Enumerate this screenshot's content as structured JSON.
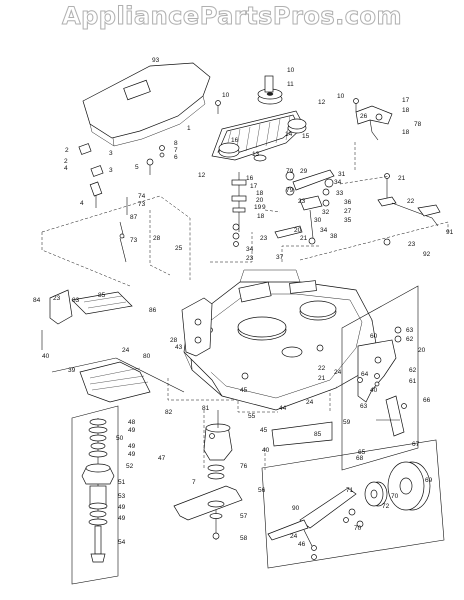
{
  "watermark": "AppliancePartsPros.com",
  "callouts": [
    {
      "id": "c93",
      "text": "93"
    },
    {
      "id": "c10a",
      "text": "10"
    },
    {
      "id": "c11",
      "text": "11"
    },
    {
      "id": "c10b",
      "text": "10"
    },
    {
      "id": "c10c",
      "text": "10"
    },
    {
      "id": "c12a",
      "text": "12"
    },
    {
      "id": "c17a",
      "text": "17"
    },
    {
      "id": "c18a",
      "text": "18"
    },
    {
      "id": "c26",
      "text": "26"
    },
    {
      "id": "c78",
      "text": "78"
    },
    {
      "id": "c18b",
      "text": "18"
    },
    {
      "id": "c1",
      "text": "1"
    },
    {
      "id": "c14",
      "text": "14"
    },
    {
      "id": "c15",
      "text": "15"
    },
    {
      "id": "c16a",
      "text": "16"
    },
    {
      "id": "c2a",
      "text": "2"
    },
    {
      "id": "c3a",
      "text": "3"
    },
    {
      "id": "c8",
      "text": "8"
    },
    {
      "id": "c7",
      "text": "7"
    },
    {
      "id": "c6",
      "text": "6"
    },
    {
      "id": "c5",
      "text": "5"
    },
    {
      "id": "c4a",
      "text": "4"
    },
    {
      "id": "c3b",
      "text": "3"
    },
    {
      "id": "c2b",
      "text": "2"
    },
    {
      "id": "c13",
      "text": "13"
    },
    {
      "id": "c12b",
      "text": "12"
    },
    {
      "id": "c16b",
      "text": "16"
    },
    {
      "id": "c79a",
      "text": "79"
    },
    {
      "id": "c29",
      "text": "29"
    },
    {
      "id": "c31",
      "text": "31"
    },
    {
      "id": "c17b",
      "text": "17"
    },
    {
      "id": "c18c",
      "text": "18"
    },
    {
      "id": "c79b",
      "text": "79"
    },
    {
      "id": "c34a",
      "text": "34"
    },
    {
      "id": "c33",
      "text": "33"
    },
    {
      "id": "c21a",
      "text": "21"
    },
    {
      "id": "c4b",
      "text": "4"
    },
    {
      "id": "c74",
      "text": "74"
    },
    {
      "id": "c73a",
      "text": "73"
    },
    {
      "id": "c20a",
      "text": "20"
    },
    {
      "id": "c19",
      "text": "19"
    },
    {
      "id": "c9",
      "text": "9"
    },
    {
      "id": "c23a",
      "text": "23"
    },
    {
      "id": "c36",
      "text": "36"
    },
    {
      "id": "c32",
      "text": "32"
    },
    {
      "id": "c27",
      "text": "27"
    },
    {
      "id": "c35",
      "text": "35"
    },
    {
      "id": "c22a",
      "text": "22"
    },
    {
      "id": "c18d",
      "text": "18"
    },
    {
      "id": "c87",
      "text": "87"
    },
    {
      "id": "c28a",
      "text": "28"
    },
    {
      "id": "c25",
      "text": "25"
    },
    {
      "id": "c20b",
      "text": "20"
    },
    {
      "id": "c21b",
      "text": "21"
    },
    {
      "id": "c30",
      "text": "30"
    },
    {
      "id": "c34b",
      "text": "34"
    },
    {
      "id": "c38",
      "text": "38"
    },
    {
      "id": "c23b",
      "text": "23"
    },
    {
      "id": "c73b",
      "text": "73"
    },
    {
      "id": "c34c",
      "text": "34"
    },
    {
      "id": "c23c",
      "text": "23"
    },
    {
      "id": "c37",
      "text": "37"
    },
    {
      "id": "c23d",
      "text": "23"
    },
    {
      "id": "c91",
      "text": "91"
    },
    {
      "id": "c92",
      "text": "92"
    },
    {
      "id": "c84",
      "text": "84"
    },
    {
      "id": "c23e",
      "text": "23"
    },
    {
      "id": "c85a",
      "text": "85"
    },
    {
      "id": "c83",
      "text": "83"
    },
    {
      "id": "c86",
      "text": "86"
    },
    {
      "id": "c60",
      "text": "60"
    },
    {
      "id": "c63a",
      "text": "63"
    },
    {
      "id": "c62a",
      "text": "62"
    },
    {
      "id": "c20c",
      "text": "20"
    },
    {
      "id": "c28b",
      "text": "28"
    },
    {
      "id": "c43",
      "text": "43"
    },
    {
      "id": "c40a",
      "text": "40"
    },
    {
      "id": "c39",
      "text": "39"
    },
    {
      "id": "c24a",
      "text": "24"
    },
    {
      "id": "c80",
      "text": "80"
    },
    {
      "id": "c81",
      "text": "81"
    },
    {
      "id": "c82",
      "text": "82"
    },
    {
      "id": "c45a",
      "text": "45"
    },
    {
      "id": "c22b",
      "text": "22"
    },
    {
      "id": "c21c",
      "text": "21"
    },
    {
      "id": "c24b",
      "text": "24"
    },
    {
      "id": "c64",
      "text": "64"
    },
    {
      "id": "c62b",
      "text": "62"
    },
    {
      "id": "c61",
      "text": "61"
    },
    {
      "id": "c40b",
      "text": "40"
    },
    {
      "id": "c63b",
      "text": "63"
    },
    {
      "id": "c44",
      "text": "44"
    },
    {
      "id": "c24c",
      "text": "24"
    },
    {
      "id": "c59",
      "text": "59"
    },
    {
      "id": "c66",
      "text": "66"
    },
    {
      "id": "c55",
      "text": "55"
    },
    {
      "id": "c48",
      "text": "48"
    },
    {
      "id": "c49a",
      "text": "49"
    },
    {
      "id": "c50",
      "text": "50"
    },
    {
      "id": "c49b",
      "text": "49"
    },
    {
      "id": "c49c",
      "text": "49"
    },
    {
      "id": "c45b",
      "text": "45"
    },
    {
      "id": "c85b",
      "text": "85"
    },
    {
      "id": "c67",
      "text": "67"
    },
    {
      "id": "c65",
      "text": "65"
    },
    {
      "id": "c40c",
      "text": "40"
    },
    {
      "id": "c47",
      "text": "47"
    },
    {
      "id": "c52",
      "text": "52"
    },
    {
      "id": "c76",
      "text": "76"
    },
    {
      "id": "c7b",
      "text": "7"
    },
    {
      "id": "c56",
      "text": "56"
    },
    {
      "id": "c68",
      "text": "68"
    },
    {
      "id": "c51",
      "text": "51"
    },
    {
      "id": "c53",
      "text": "53"
    },
    {
      "id": "c49d",
      "text": "49"
    },
    {
      "id": "c49e",
      "text": "49"
    },
    {
      "id": "c69",
      "text": "69"
    },
    {
      "id": "c71",
      "text": "71"
    },
    {
      "id": "c70a",
      "text": "70"
    },
    {
      "id": "c72",
      "text": "72"
    },
    {
      "id": "c57",
      "text": "57"
    },
    {
      "id": "c90",
      "text": "90"
    },
    {
      "id": "c70b",
      "text": "70"
    },
    {
      "id": "c54",
      "text": "54"
    },
    {
      "id": "c58",
      "text": "58"
    },
    {
      "id": "c24d",
      "text": "24"
    },
    {
      "id": "c46",
      "text": "46"
    }
  ]
}
